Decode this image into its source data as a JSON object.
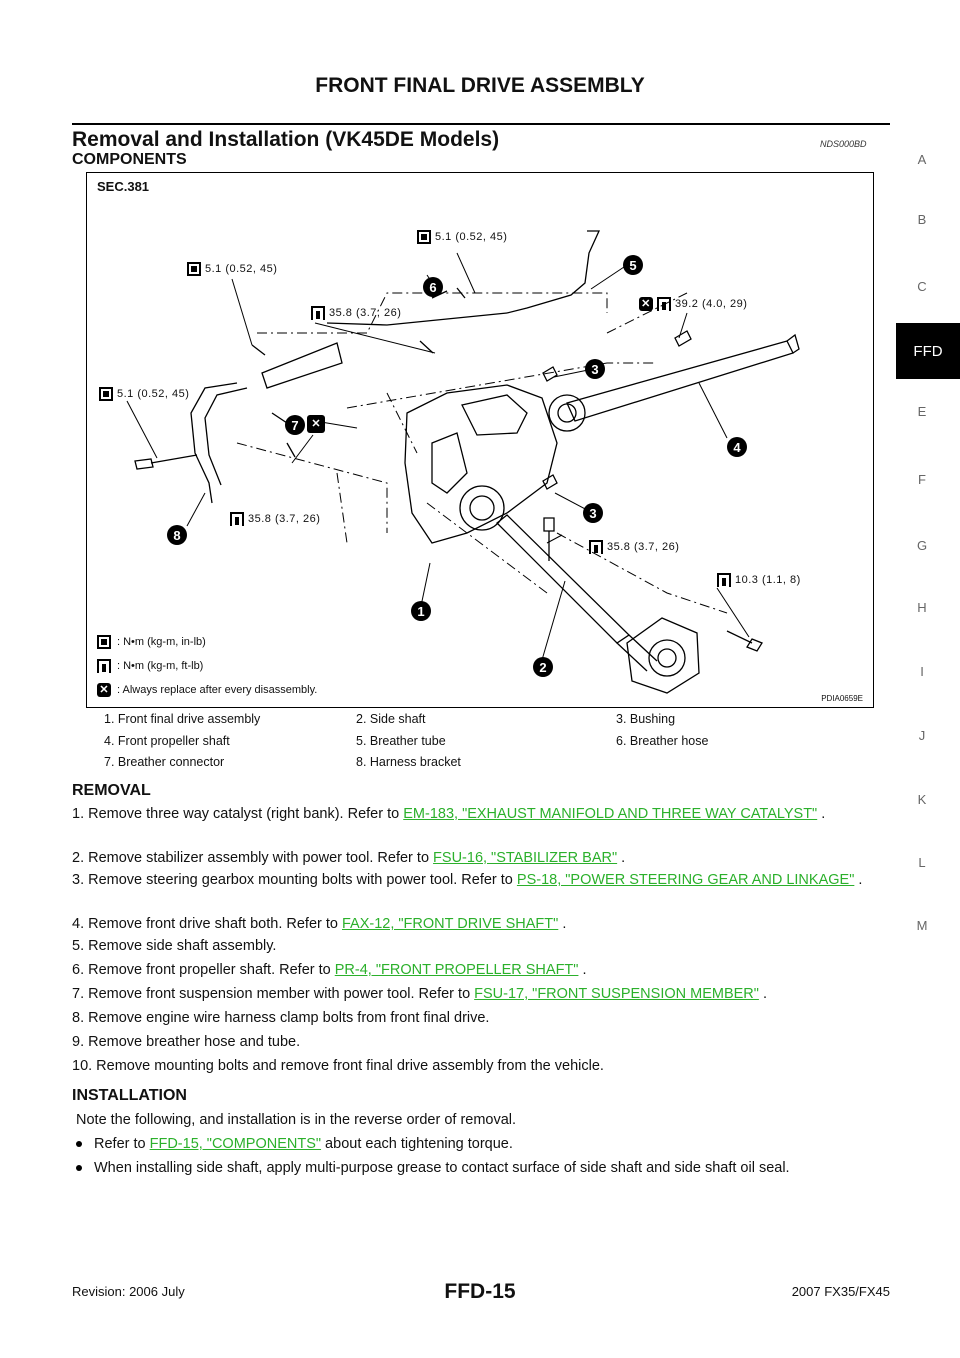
{
  "header": {
    "title": "FRONT FINAL DRIVE ASSEMBLY"
  },
  "section": {
    "title": "Removal and Installation (VK45DE Models)",
    "code": "NDS000BD",
    "subtitle": "COMPONENTS"
  },
  "side_index": {
    "letters": [
      "A",
      "B",
      "C",
      "E",
      "F",
      "G",
      "H",
      "I",
      "J",
      "K",
      "L",
      "M"
    ],
    "active": "FFD"
  },
  "figure": {
    "sec": "SEC.381",
    "code": "PDIA0659E",
    "torques": {
      "t1": "5.1 (0.52, 45)",
      "t2": "5.1 (0.52, 45)",
      "t3": "35.8 (3.7, 26)",
      "t4": "39.2 (4.0, 29)",
      "t5": "5.1 (0.52, 45)",
      "t6": "35.8 (3.7, 26)",
      "t7": "35.8 (3.7, 26)",
      "t8": "10.3 (1.1, 8)"
    },
    "callouts": [
      "1",
      "2",
      "3",
      "3",
      "4",
      "5",
      "6",
      "7",
      "8"
    ],
    "legend": {
      "in_lb": ": N•m (kg-m, in-lb)",
      "ft_lb": ": N•m (kg-m, ft-lb)",
      "replace": ": Always replace after every disassembly."
    }
  },
  "parts": [
    [
      "1.   Front final drive assembly",
      "2.   Side shaft",
      "3.   Bushing"
    ],
    [
      "4.   Front propeller shaft",
      "5.   Breather tube",
      "6.   Breather hose"
    ],
    [
      "7.   Breather connector",
      "8.   Harness bracket",
      ""
    ]
  ],
  "removal": {
    "heading": "REMOVAL",
    "s1": {
      "text": "1.  Remove three way catalyst (right bank). Refer to ",
      "link": "EM-183, \"EXHAUST MANIFOLD AND THREE WAY CATALYST\"",
      "tail": " ."
    },
    "s2": {
      "text": "2.  Remove stabilizer assembly with power tool. Refer to ",
      "link": "FSU-16, \"STABILIZER BAR\"",
      "tail": " ."
    },
    "s3": {
      "text": "3.  Remove steering gearbox mounting bolts with power tool. Refer to ",
      "link": "PS-18, \"POWER STEERING GEAR AND LINKAGE\"",
      "tail": " ."
    },
    "s4": {
      "text": "4.  Remove front drive shaft both. Refer to ",
      "link": "FAX-12, \"FRONT DRIVE SHAFT\"",
      "tail": " ."
    },
    "s5": {
      "text": "5.  Remove side shaft assembly."
    },
    "s6": {
      "text": "6.  Remove front propeller shaft. Refer to ",
      "link": "PR-4, \"FRONT PROPELLER SHAFT\"",
      "tail": " ."
    },
    "s7": {
      "text": "7.  Remove front suspension member with power tool. Refer to ",
      "link": "FSU-17, \"FRONT SUSPENSION MEMBER\"",
      "tail": " ."
    },
    "s8": {
      "text": "8.  Remove engine wire harness clamp bolts from front final drive."
    },
    "s9": {
      "text": "9.  Remove breather hose and tube."
    },
    "s10": {
      "text": "10.  Remove mounting bolts and remove front final drive assembly from the vehicle."
    }
  },
  "installation": {
    "heading": "INSTALLATION",
    "note": "Note the following, and installation is in the reverse order of removal.",
    "b1": {
      "text": "Refer to ",
      "link": "FFD-15, \"COMPONENTS\"",
      "tail": "  about each tightening torque."
    },
    "b2": {
      "text": "When installing side shaft, apply multi-purpose grease to contact surface of side shaft and side shaft oil seal."
    }
  },
  "footer": {
    "left": "Revision: 2006 July",
    "center": "FFD-15",
    "right": "2007 FX35/FX45"
  }
}
